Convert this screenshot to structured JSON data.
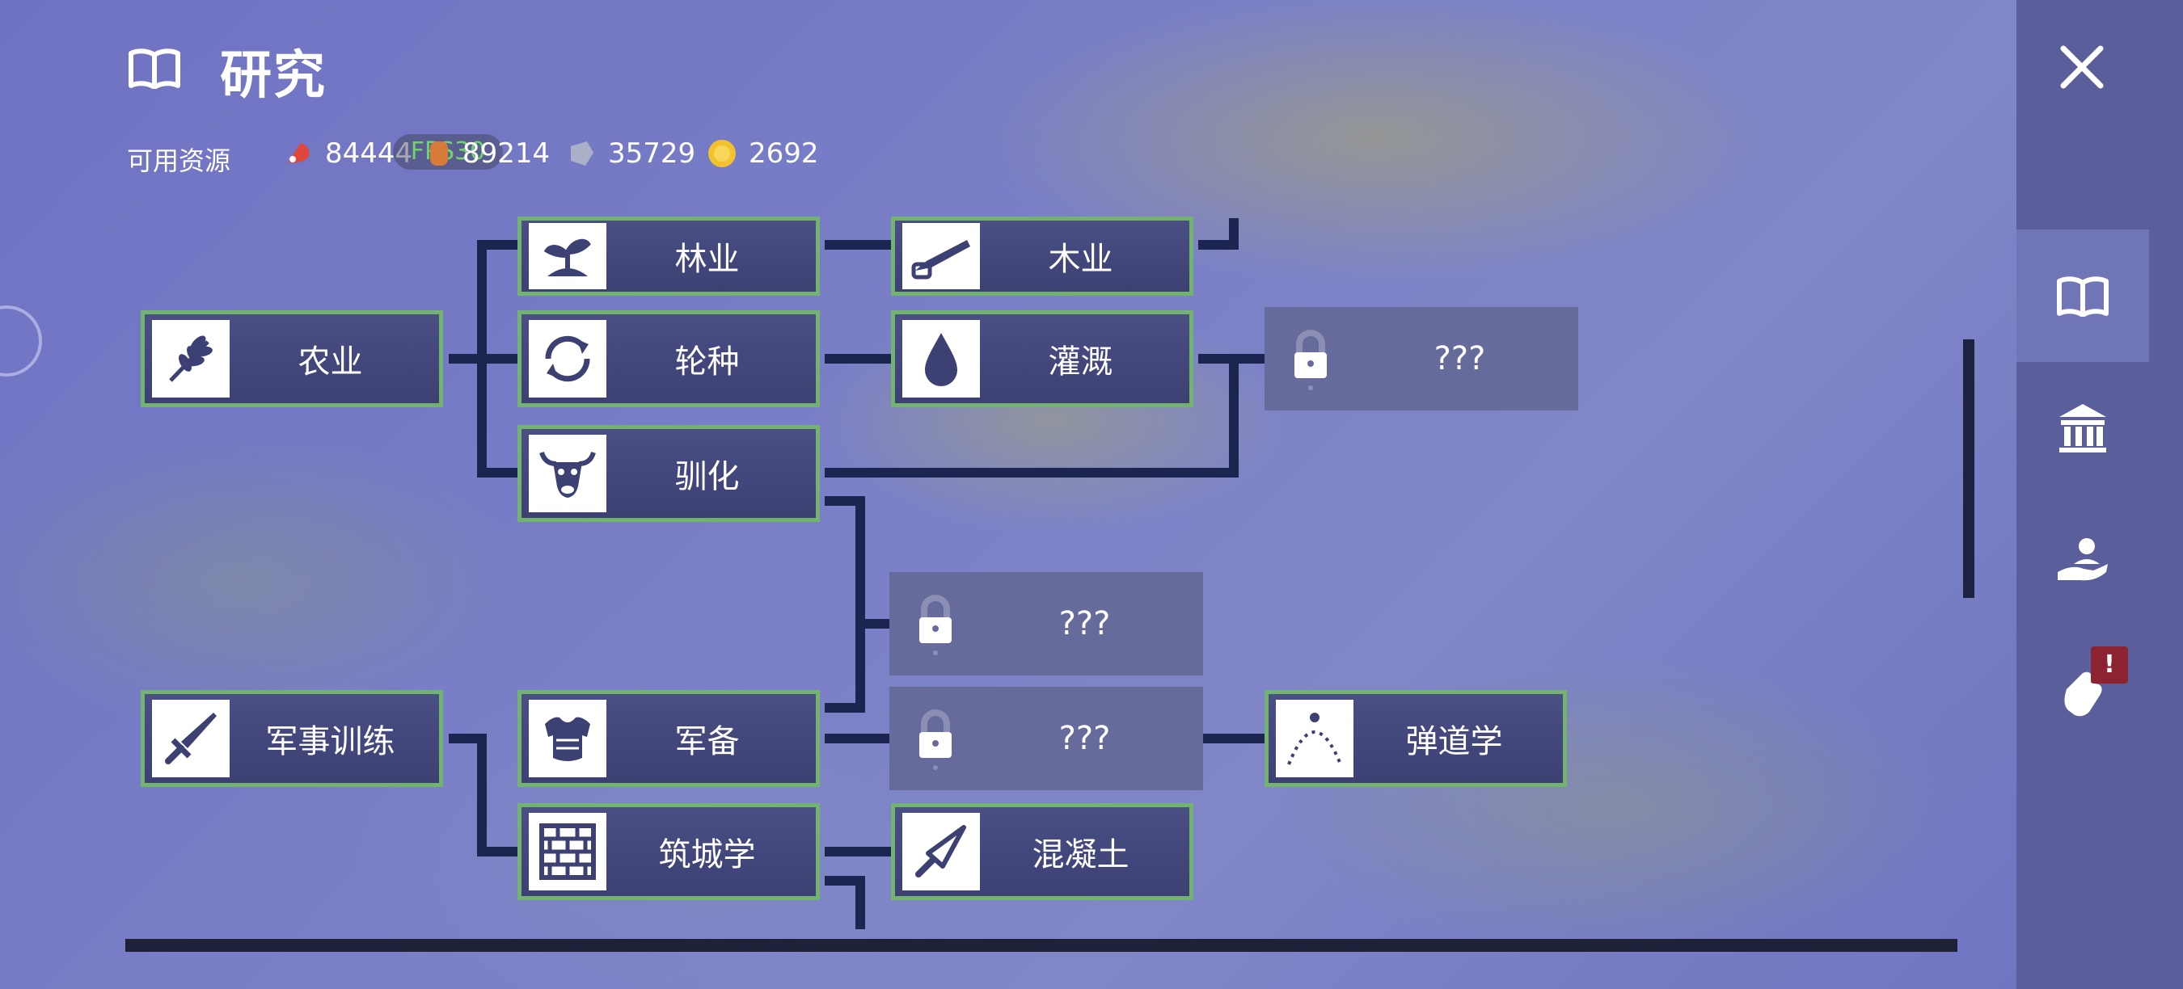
{
  "header": {
    "title": "研究",
    "resources_label": "可用资源"
  },
  "resources": [
    {
      "icon": "meat-icon",
      "value": "84444",
      "color": "#e0463a"
    },
    {
      "icon": "wood-icon",
      "value": "89214",
      "color": "#d87b3a"
    },
    {
      "icon": "stone-icon",
      "value": "35729",
      "color": "#a9b0c8"
    },
    {
      "icon": "gold-icon",
      "value": "2692",
      "color": "#f2c12e"
    }
  ],
  "fps_overlay": "FPS30",
  "nodes": {
    "forestry": {
      "label": "林业",
      "icon": "sprout-icon"
    },
    "woodwork": {
      "label": "木业",
      "icon": "saw-icon"
    },
    "agriculture": {
      "label": "农业",
      "icon": "wheat-icon"
    },
    "rotation": {
      "label": "轮种",
      "icon": "cycle-icon"
    },
    "irrigation": {
      "label": "灌溉",
      "icon": "droplet-icon"
    },
    "locked1": {
      "label": "???",
      "icon": "lock-icon"
    },
    "domestication": {
      "label": "驯化",
      "icon": "ox-icon"
    },
    "locked2": {
      "label": "???",
      "icon": "lock-icon"
    },
    "military": {
      "label": "军事训练",
      "icon": "sword-icon"
    },
    "armament": {
      "label": "军备",
      "icon": "armor-icon"
    },
    "locked3": {
      "label": "???",
      "icon": "lock-icon"
    },
    "ballistics": {
      "label": "弹道学",
      "icon": "trajectory-icon"
    },
    "fortification": {
      "label": "筑城学",
      "icon": "brick-wall-icon"
    },
    "concrete": {
      "label": "混凝土",
      "icon": "trowel-icon"
    }
  },
  "sidebar": {
    "tabs": [
      "book-icon",
      "bank-icon",
      "hand-person-icon",
      "hand-pointer-icon"
    ],
    "active": "book-icon",
    "badge": "!"
  },
  "colors": {
    "node_border": "#72b36f",
    "connector": "#1c2550",
    "rail": "#5a5f9c"
  }
}
